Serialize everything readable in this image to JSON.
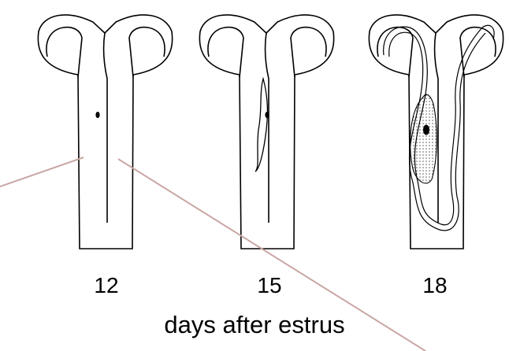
{
  "panels": [
    {
      "day_label": "12"
    },
    {
      "day_label": "15"
    },
    {
      "day_label": "18"
    }
  ],
  "caption": "days after estrus",
  "colors": {
    "outline": "#000000",
    "pointer_line": "#c9a7a5"
  }
}
